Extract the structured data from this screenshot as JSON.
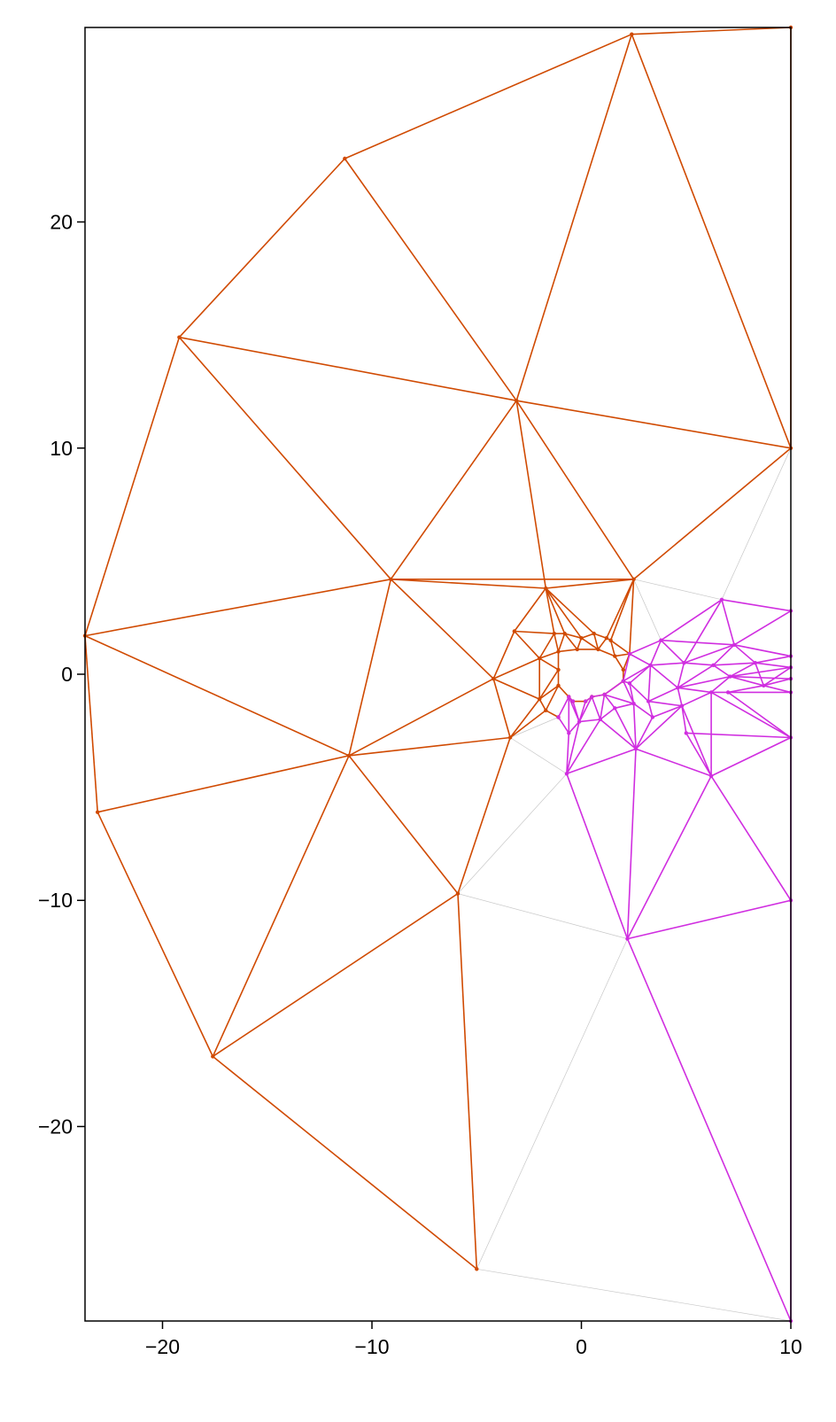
{
  "chart_data": {
    "type": "mesh",
    "title": "",
    "xlabel": "",
    "ylabel": "",
    "xlim": [
      -23.7,
      10
    ],
    "ylim": [
      -28.6,
      28.6
    ],
    "grid": false,
    "legend": "none",
    "x_ticks": [
      {
        "value": -20,
        "label": "−20"
      },
      {
        "value": -10,
        "label": "−10"
      },
      {
        "value": 0,
        "label": "0"
      },
      {
        "value": 10,
        "label": "10"
      }
    ],
    "y_ticks": [
      {
        "value": 20,
        "label": "20"
      },
      {
        "value": 10,
        "label": "10"
      },
      {
        "value": 0,
        "label": "0"
      },
      {
        "value": -10,
        "label": "−10"
      },
      {
        "value": -20,
        "label": "−20"
      }
    ],
    "colors": {
      "orange_region": "#d04a02",
      "magenta_region": "#d02ee0",
      "background_mesh": "#c8c8c8",
      "frame": "#000000"
    },
    "points": {
      "A": [
        2.4,
        28.3
      ],
      "B": [
        10,
        28.6
      ],
      "C": [
        -11.3,
        22.8
      ],
      "D": [
        -19.2,
        14.9
      ],
      "E": [
        -3.1,
        12.1
      ],
      "F": [
        10,
        10
      ],
      "G": [
        -9.1,
        4.2
      ],
      "H": [
        2.5,
        4.2
      ],
      "I": [
        -1.7,
        3.8
      ],
      "J": [
        -23.7,
        1.7
      ],
      "K": [
        -4.2,
        -0.2
      ],
      "L": [
        -3.4,
        -2.8
      ],
      "M": [
        -11.1,
        -3.6
      ],
      "N": [
        -23.1,
        -6.1
      ],
      "O": [
        -5.9,
        -9.7
      ],
      "P": [
        -17.6,
        -16.9
      ],
      "Q": [
        -5.0,
        -26.3
      ],
      "R": [
        10,
        -28.6
      ],
      "S": [
        2.2,
        -11.7
      ],
      "T": [
        10,
        -10
      ],
      "U": [
        6.2,
        -4.5
      ],
      "V": [
        2.6,
        -3.3
      ],
      "W": [
        -0.7,
        -4.4
      ],
      "X": [
        10,
        -2.8
      ],
      "Y": [
        10,
        2.8
      ],
      "Z": [
        6.7,
        3.3
      ],
      "AA": [
        3.8,
        1.5
      ],
      "AB": [
        7.3,
        1.3
      ],
      "AC": [
        -3.2,
        1.9
      ],
      "AD": [
        -2.0,
        0.7
      ],
      "AE": [
        -2.0,
        -1.1
      ],
      "AF": [
        -1.7,
        -1.6
      ],
      "AG": [
        -1.3,
        1.8
      ],
      "AH": [
        -0.8,
        1.8
      ],
      "AI": [
        0.0,
        1.6
      ],
      "AJ": [
        0.6,
        1.8
      ],
      "AK": [
        1.2,
        1.6
      ],
      "AL": [
        1.4,
        1.5
      ],
      "AM": [
        2.3,
        0.9
      ],
      "AN": [
        2.0,
        -0.3
      ],
      "AO": [
        1.1,
        -0.9
      ],
      "AP": [
        0.2,
        -1.2
      ],
      "AQ": [
        -0.4,
        -1.2
      ],
      "AR": [
        -1.1,
        -1.9
      ],
      "AS": [
        -1.1,
        -0.5
      ],
      "AT": [
        -1.1,
        0.2
      ],
      "AU": [
        -1.1,
        1.0
      ],
      "AV": [
        -0.2,
        1.1
      ],
      "AW": [
        0.8,
        1.1
      ],
      "AX": [
        1.6,
        0.8
      ],
      "AY": [
        2.0,
        0.2
      ],
      "AZ": [
        0.5,
        -1.0
      ],
      "BA": [
        -0.6,
        -1.0
      ],
      "BB": [
        -0.1,
        -2.1
      ],
      "BC": [
        0.9,
        -2.0
      ],
      "BD": [
        1.6,
        -1.5
      ],
      "BE": [
        -0.6,
        -2.6
      ],
      "BF": [
        3.2,
        -1.2
      ],
      "BG": [
        4.6,
        -0.6
      ],
      "BH": [
        3.3,
        0.4
      ],
      "BI": [
        4.9,
        0.5
      ],
      "BJ": [
        6.3,
        0.4
      ],
      "BK": [
        7.1,
        -0.1
      ],
      "BL": [
        6.2,
        -0.8
      ],
      "BM": [
        8.3,
        0.5
      ],
      "BN": [
        10,
        0.8
      ],
      "BO": [
        10,
        0.3
      ],
      "BP": [
        10,
        -0.2
      ],
      "BQ": [
        10,
        -0.8
      ],
      "BR": [
        7.0,
        -0.8
      ],
      "BS": [
        4.8,
        -1.4
      ],
      "BT": [
        3.4,
        -1.9
      ],
      "BU": [
        2.5,
        -1.3
      ],
      "BV": [
        2.3,
        -0.4
      ],
      "BW": [
        5.0,
        -2.6
      ],
      "BX": [
        8.7,
        -0.5
      ]
    },
    "series": [
      {
        "color": "#c8c8c8",
        "marker": false,
        "edges": [
          [
            "F",
            "Z"
          ],
          [
            "F",
            "Y"
          ],
          [
            "H",
            "Z"
          ],
          [
            "H",
            "AA"
          ],
          [
            "L",
            "W"
          ],
          [
            "L",
            "AR"
          ],
          [
            "L",
            "O"
          ],
          [
            "O",
            "W"
          ],
          [
            "O",
            "S"
          ],
          [
            "O",
            "Q"
          ],
          [
            "Q",
            "R"
          ],
          [
            "Q",
            "S"
          ],
          [
            "H",
            "AM"
          ],
          [
            "AA",
            "AM"
          ]
        ]
      },
      {
        "color": "#d04a02",
        "marker": true,
        "edges": [
          [
            "A",
            "B"
          ],
          [
            "A",
            "C"
          ],
          [
            "A",
            "E"
          ],
          [
            "A",
            "F"
          ],
          [
            "B",
            "F"
          ],
          [
            "C",
            "D"
          ],
          [
            "C",
            "E"
          ],
          [
            "D",
            "E"
          ],
          [
            "D",
            "G"
          ],
          [
            "D",
            "J"
          ],
          [
            "E",
            "F"
          ],
          [
            "E",
            "G"
          ],
          [
            "E",
            "I"
          ],
          [
            "E",
            "H"
          ],
          [
            "F",
            "H"
          ],
          [
            "G",
            "J"
          ],
          [
            "G",
            "I"
          ],
          [
            "G",
            "H"
          ],
          [
            "G",
            "K"
          ],
          [
            "G",
            "M"
          ],
          [
            "J",
            "M"
          ],
          [
            "J",
            "N"
          ],
          [
            "N",
            "M"
          ],
          [
            "N",
            "P"
          ],
          [
            "M",
            "P"
          ],
          [
            "M",
            "O"
          ],
          [
            "M",
            "L"
          ],
          [
            "M",
            "K"
          ],
          [
            "P",
            "O"
          ],
          [
            "P",
            "Q"
          ],
          [
            "O",
            "Q"
          ],
          [
            "O",
            "L"
          ],
          [
            "L",
            "K"
          ],
          [
            "L",
            "AE"
          ],
          [
            "L",
            "AF"
          ],
          [
            "K",
            "AC"
          ],
          [
            "K",
            "AD"
          ],
          [
            "K",
            "AE"
          ],
          [
            "I",
            "H"
          ],
          [
            "I",
            "AC"
          ],
          [
            "I",
            "AG"
          ],
          [
            "I",
            "AH"
          ],
          [
            "I",
            "AI"
          ],
          [
            "I",
            "AJ"
          ],
          [
            "H",
            "AK"
          ],
          [
            "H",
            "AL"
          ],
          [
            "H",
            "AM"
          ],
          [
            "AC",
            "AD"
          ],
          [
            "AC",
            "AG"
          ],
          [
            "AD",
            "AE"
          ],
          [
            "AD",
            "AG"
          ],
          [
            "AD",
            "AT"
          ],
          [
            "AD",
            "AU"
          ],
          [
            "AE",
            "AF"
          ],
          [
            "AE",
            "AS"
          ],
          [
            "AE",
            "AT"
          ],
          [
            "AF",
            "AS"
          ],
          [
            "AF",
            "AR"
          ],
          [
            "AG",
            "AH"
          ],
          [
            "AG",
            "AU"
          ],
          [
            "AH",
            "AI"
          ],
          [
            "AH",
            "AU"
          ],
          [
            "AH",
            "AV"
          ],
          [
            "AI",
            "AJ"
          ],
          [
            "AI",
            "AV"
          ],
          [
            "AI",
            "AW"
          ],
          [
            "AJ",
            "AK"
          ],
          [
            "AJ",
            "AW"
          ],
          [
            "AK",
            "AL"
          ],
          [
            "AK",
            "AW"
          ],
          [
            "AL",
            "AM"
          ],
          [
            "AL",
            "AX"
          ],
          [
            "AM",
            "AX"
          ],
          [
            "AM",
            "AY"
          ],
          [
            "AU",
            "AT"
          ],
          [
            "AT",
            "AS"
          ],
          [
            "AS",
            "BA"
          ],
          [
            "AU",
            "AV"
          ],
          [
            "AV",
            "AW"
          ],
          [
            "AW",
            "AX"
          ],
          [
            "AX",
            "AY"
          ],
          [
            "AY",
            "AN"
          ],
          [
            "AN",
            "AO"
          ],
          [
            "AO",
            "AZ"
          ],
          [
            "AZ",
            "AP"
          ],
          [
            "AP",
            "AQ"
          ],
          [
            "AQ",
            "BA"
          ]
        ]
      },
      {
        "color": "#d02ee0",
        "marker": true,
        "edges": [
          [
            "R",
            "S"
          ],
          [
            "R",
            "T"
          ],
          [
            "S",
            "T"
          ],
          [
            "S",
            "W"
          ],
          [
            "S",
            "V"
          ],
          [
            "S",
            "U"
          ],
          [
            "T",
            "U"
          ],
          [
            "T",
            "X"
          ],
          [
            "U",
            "X"
          ],
          [
            "U",
            "V"
          ],
          [
            "U",
            "BW"
          ],
          [
            "U",
            "BL"
          ],
          [
            "U",
            "BS"
          ],
          [
            "V",
            "W"
          ],
          [
            "V",
            "BT"
          ],
          [
            "V",
            "BC"
          ],
          [
            "V",
            "BD"
          ],
          [
            "V",
            "BU"
          ],
          [
            "V",
            "BS"
          ],
          [
            "W",
            "BE"
          ],
          [
            "W",
            "BB"
          ],
          [
            "W",
            "BC"
          ],
          [
            "X",
            "BQ"
          ],
          [
            "X",
            "BR"
          ],
          [
            "X",
            "BL"
          ],
          [
            "X",
            "BW"
          ],
          [
            "Y",
            "Z"
          ],
          [
            "Y",
            "AB"
          ],
          [
            "Y",
            "BN"
          ],
          [
            "Z",
            "AA"
          ],
          [
            "Z",
            "AB"
          ],
          [
            "Z",
            "BI"
          ],
          [
            "AA",
            "AB"
          ],
          [
            "AA",
            "BH"
          ],
          [
            "AA",
            "BI"
          ],
          [
            "AA",
            "AM"
          ],
          [
            "AB",
            "BN"
          ],
          [
            "AB",
            "BM"
          ],
          [
            "AB",
            "BJ"
          ],
          [
            "AB",
            "BI"
          ],
          [
            "AM",
            "BH"
          ],
          [
            "AM",
            "AN"
          ],
          [
            "AN",
            "BH"
          ],
          [
            "AN",
            "BV"
          ],
          [
            "AN",
            "BU"
          ],
          [
            "AN",
            "AO"
          ],
          [
            "AO",
            "BD"
          ],
          [
            "AO",
            "BU"
          ],
          [
            "AO",
            "BC"
          ],
          [
            "AO",
            "AZ"
          ],
          [
            "AZ",
            "BC"
          ],
          [
            "AZ",
            "BB"
          ],
          [
            "AZ",
            "AP"
          ],
          [
            "AP",
            "BB"
          ],
          [
            "AQ",
            "BB"
          ],
          [
            "AQ",
            "BA"
          ],
          [
            "BA",
            "BB"
          ],
          [
            "BA",
            "BE"
          ],
          [
            "BA",
            "AR"
          ],
          [
            "AR",
            "BE"
          ],
          [
            "BB",
            "BE"
          ],
          [
            "BB",
            "BC"
          ],
          [
            "BC",
            "BD"
          ],
          [
            "BD",
            "BU"
          ],
          [
            "BU",
            "BT"
          ],
          [
            "BU",
            "BV"
          ],
          [
            "BV",
            "BF"
          ],
          [
            "BV",
            "BH"
          ],
          [
            "BT",
            "BF"
          ],
          [
            "BT",
            "BS"
          ],
          [
            "BF",
            "BS"
          ],
          [
            "BF",
            "BG"
          ],
          [
            "BF",
            "BH"
          ],
          [
            "BH",
            "BI"
          ],
          [
            "BH",
            "BG"
          ],
          [
            "BG",
            "BI"
          ],
          [
            "BG",
            "BJ"
          ],
          [
            "BG",
            "BK"
          ],
          [
            "BG",
            "BL"
          ],
          [
            "BG",
            "BS"
          ],
          [
            "BS",
            "BW"
          ],
          [
            "BS",
            "BL"
          ],
          [
            "BI",
            "BJ"
          ],
          [
            "BJ",
            "BM"
          ],
          [
            "BJ",
            "BK"
          ],
          [
            "BK",
            "BM"
          ],
          [
            "BK",
            "BX"
          ],
          [
            "BK",
            "BL"
          ],
          [
            "BL",
            "BR"
          ],
          [
            "BR",
            "BX"
          ],
          [
            "BR",
            "BQ"
          ],
          [
            "BX",
            "BQ"
          ],
          [
            "BX",
            "BP"
          ],
          [
            "BX",
            "BO"
          ],
          [
            "BX",
            "BM"
          ],
          [
            "BM",
            "BN"
          ],
          [
            "BM",
            "BO"
          ],
          [
            "BK",
            "BP"
          ],
          [
            "BK",
            "BO"
          ]
        ]
      }
    ]
  }
}
